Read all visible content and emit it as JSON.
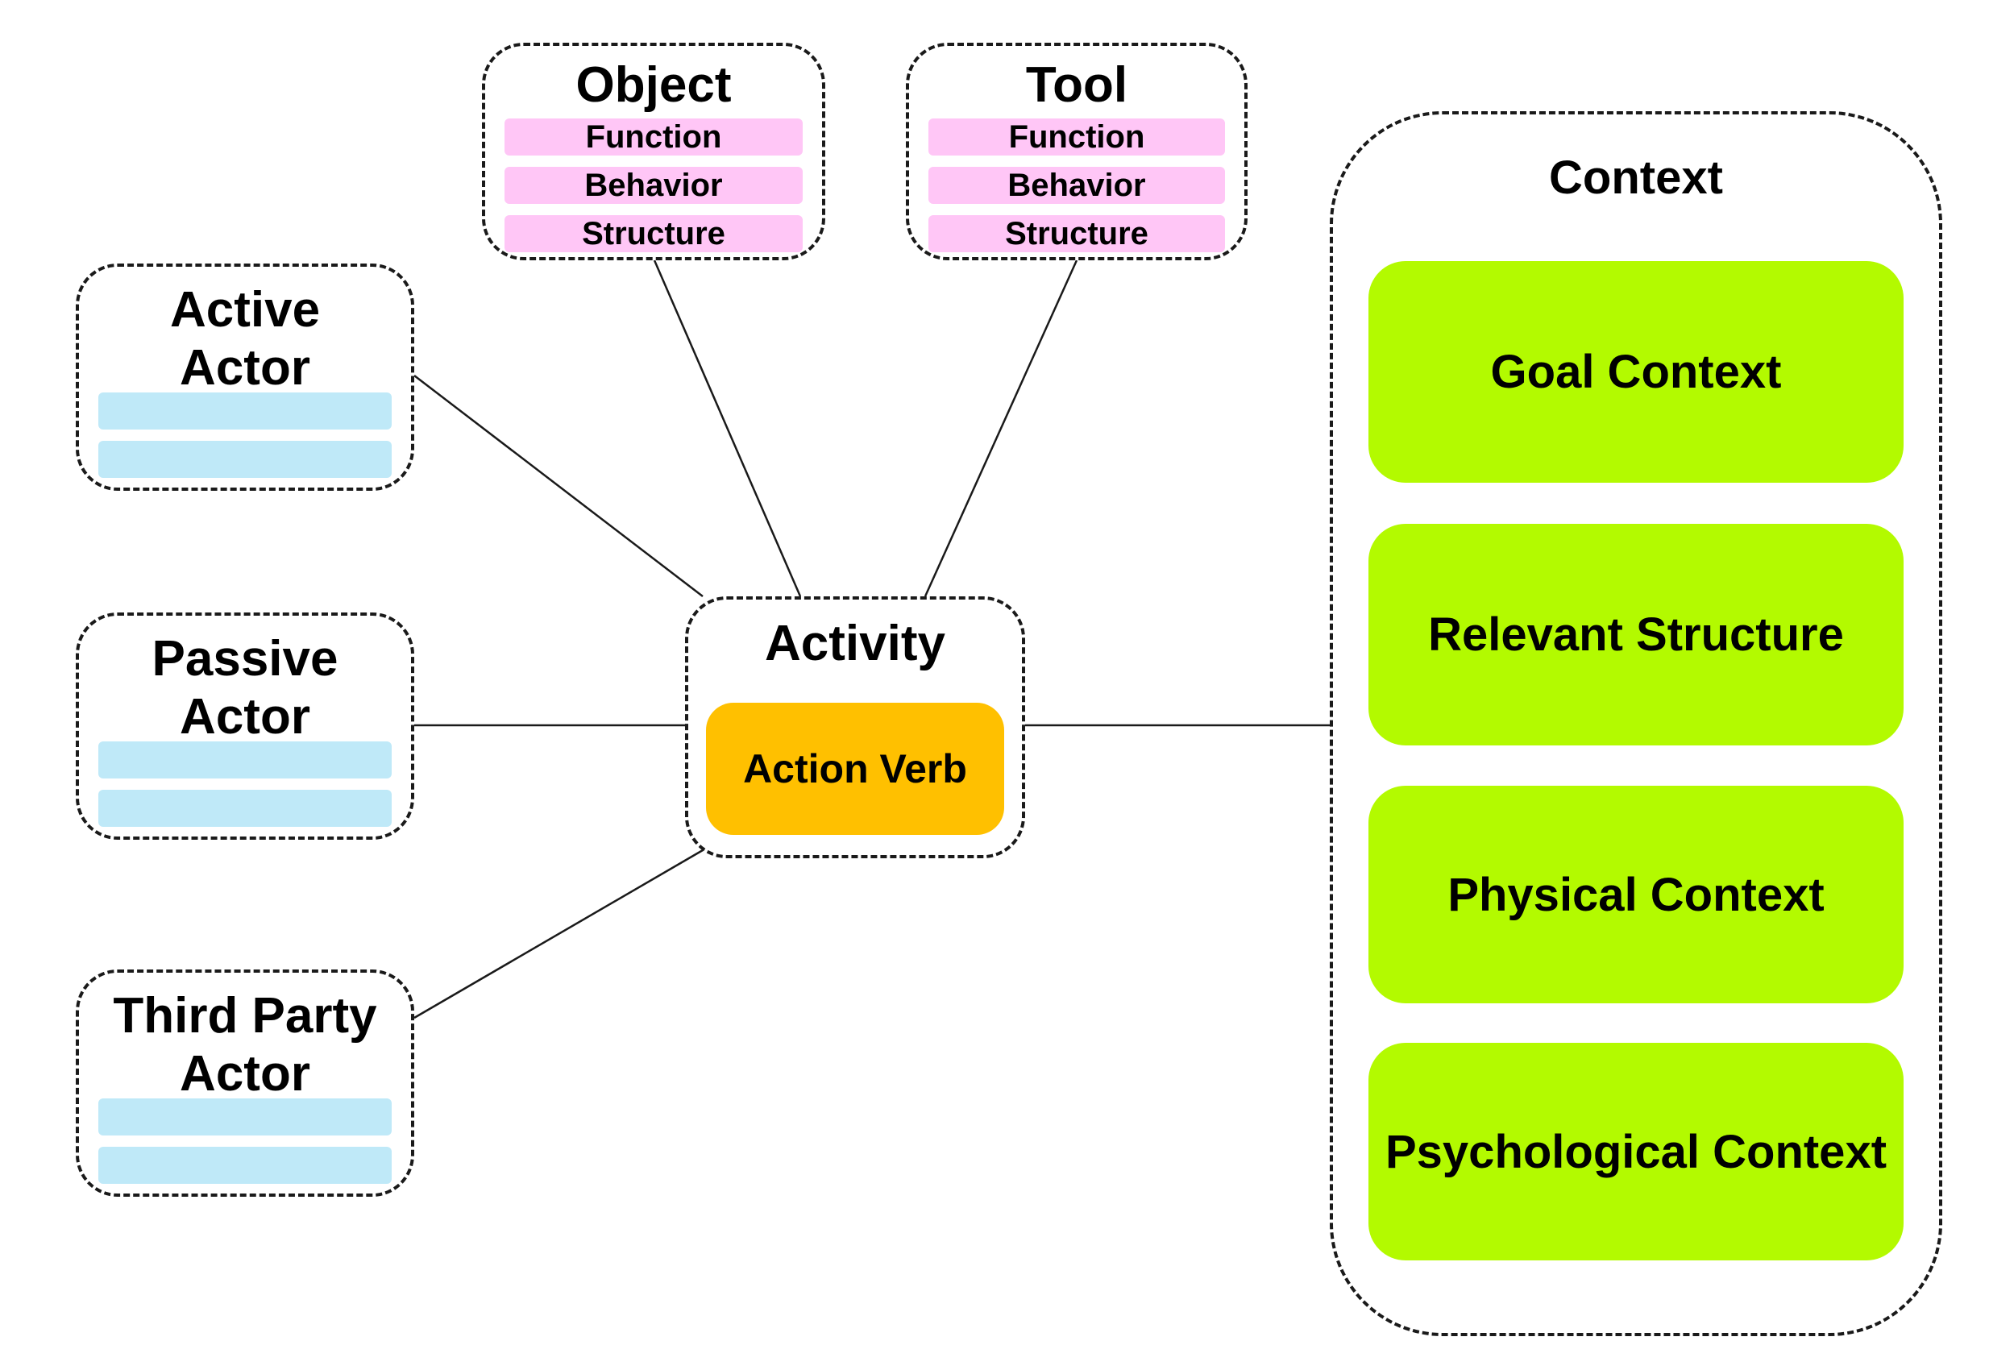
{
  "actors": [
    {
      "line1": "Active",
      "line2": "Actor"
    },
    {
      "line1": "Passive",
      "line2": "Actor"
    },
    {
      "line1": "Third Party",
      "line2": "Actor"
    }
  ],
  "object": {
    "title": "Object",
    "rows": [
      "Function",
      "Behavior",
      "Structure"
    ]
  },
  "tool": {
    "title": "Tool",
    "rows": [
      "Function",
      "Behavior",
      "Structure"
    ]
  },
  "activity": {
    "title": "Activity",
    "verb": "Action Verb"
  },
  "context": {
    "title": "Context",
    "items": [
      "Goal Context",
      "Relevant Structure",
      "Physical Context",
      "Psychological Context"
    ]
  },
  "colors": {
    "actor_bar": "#bfe9f8",
    "attribute_bar": "#ffc6f6",
    "action_verb": "#ffc000",
    "context_item": "#b3fa00",
    "border": "#1a1a1a"
  }
}
